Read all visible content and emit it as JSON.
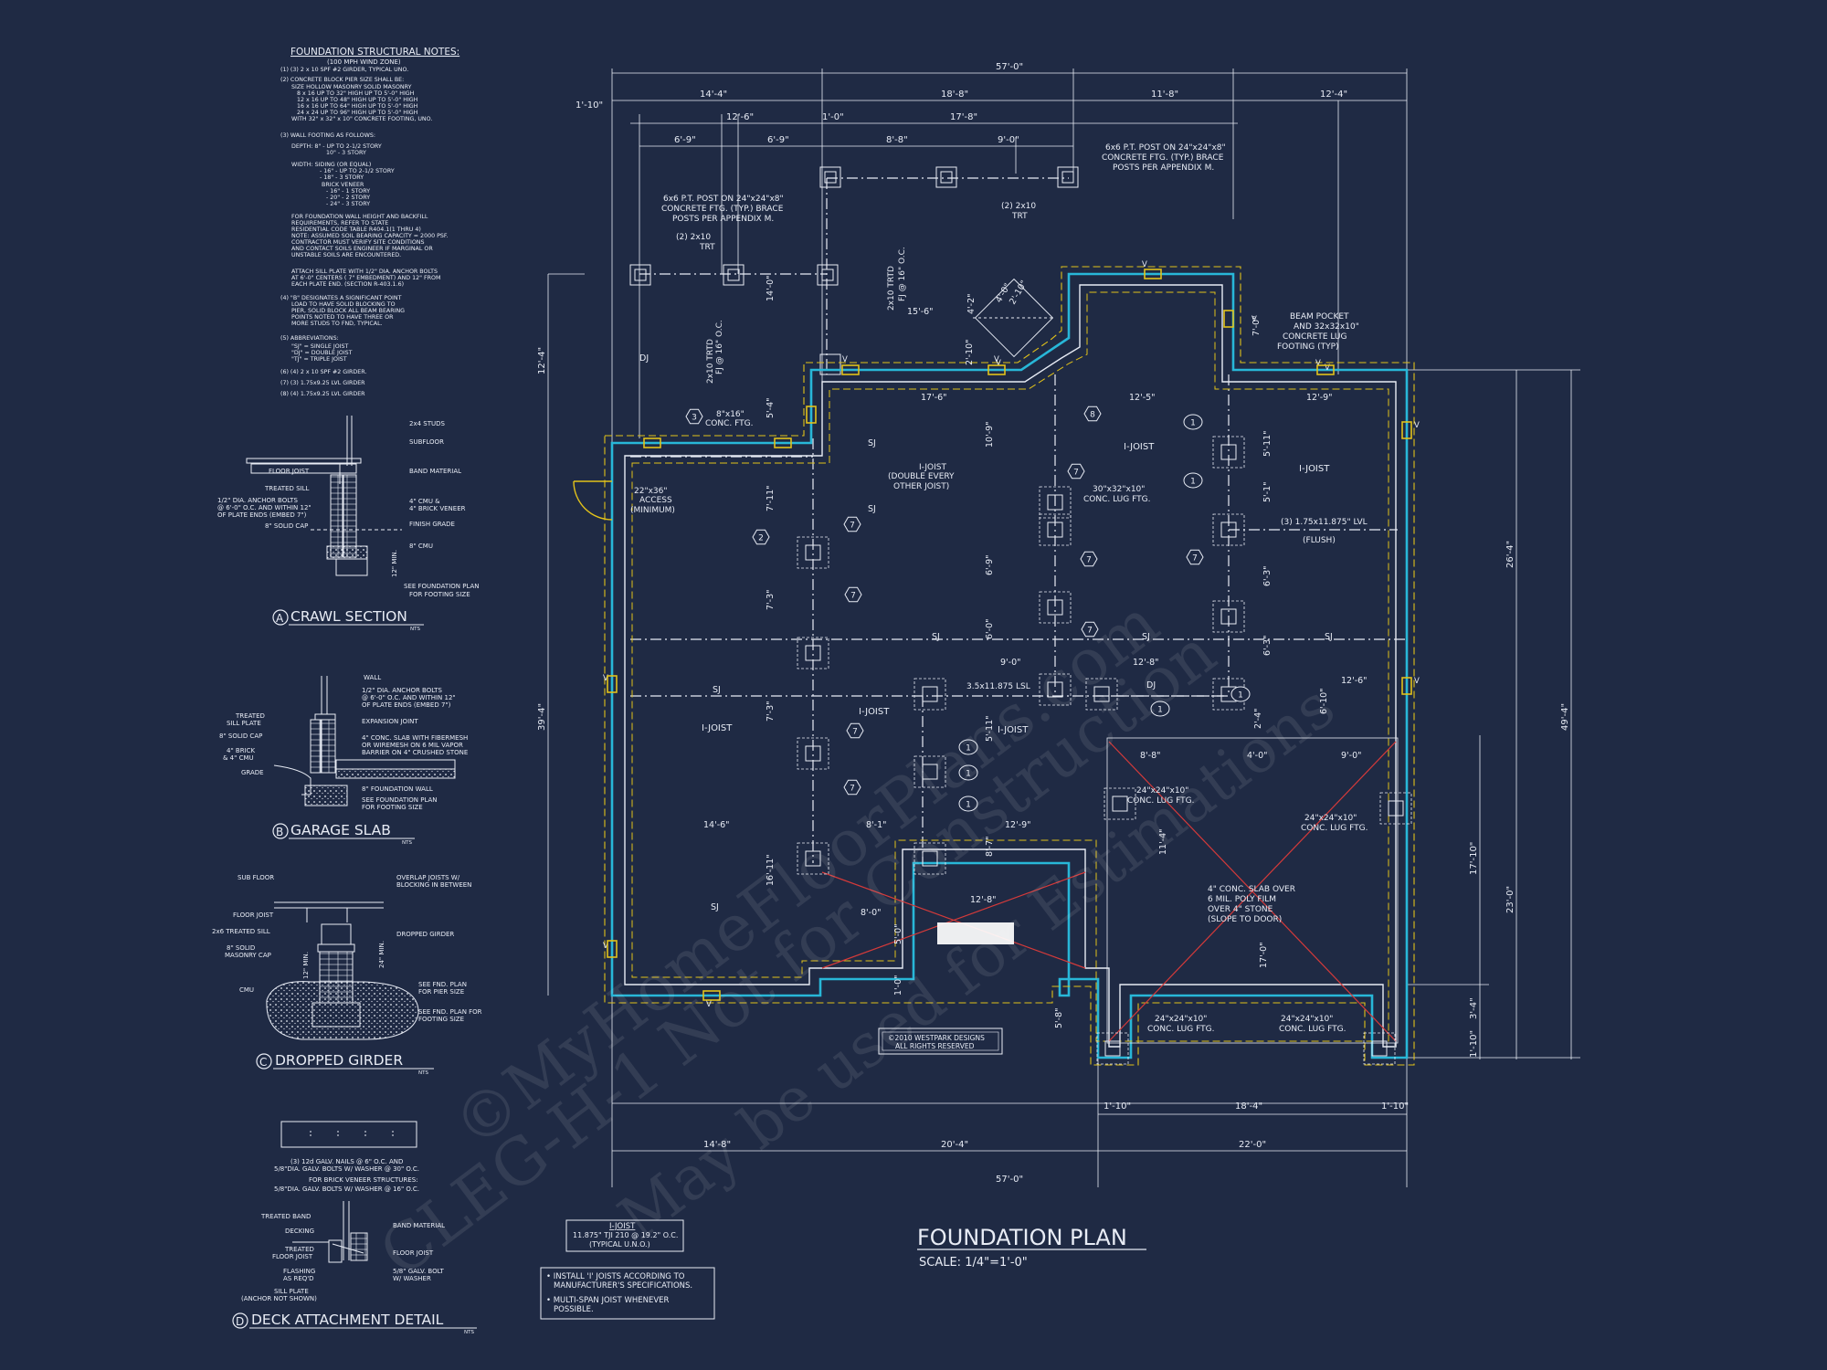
{
  "notes": {
    "title": "FOUNDATION STRUCTURAL NOTES:",
    "subtitle": "(100 MPH WIND ZONE)",
    "lines": [
      "(1) (3) 2 x 10 SPF #2 GIRDER, TYPICAL UNO.",
      "(2) CONCRETE BLOCK PIER SIZE SHALL BE:",
      "SIZE    HOLLOW MASONRY    SOLID MASONRY",
      "8 x 16    UP TO 32\" HIGH    UP TO 5'-0\" HIGH",
      "12 x 16   UP TO 48\" HIGH    UP TO 5'-0\" HIGH",
      "16 x 16   UP TO 64\" HIGH    UP TO 5'-0\" HIGH",
      "24 x 24   UP TO 96\" HIGH    UP TO 5'-0\" HIGH",
      "WITH 32\" x 32\" x 10\" CONCRETE FOOTING, UNO.",
      "(3) WALL FOOTING AS FOLLOWS:",
      "DEPTH: 8\" - UP TO 2-1/2 STORY",
      "10\" - 3 STORY",
      "WIDTH: SIDING (OR EQUAL)",
      "- 16\" - UP TO 2-1/2 STORY",
      "- 18\" - 3 STORY",
      "BRICK VENEER",
      "- 16\" - 1 STORY",
      "- 20\" - 2 STORY",
      "- 24\" - 3 STORY",
      "FOR FOUNDATION WALL HEIGHT AND BACKFILL",
      "REQUIREMENTS, REFER TO STATE",
      "RESIDENTIAL CODE TABLE R404.1(1 THRU 4)",
      "NOTE: ASSUMED SOIL BEARING CAPACITY = 2000 PSF.",
      "CONTRACTOR MUST VERIFY SITE CONDITIONS",
      "AND CONTACT SOILS ENGINEER IF MARGINAL OR",
      "UNSTABLE SOILS ARE ENCOUNTERED.",
      "ATTACH SILL PLATE WITH 1/2\" DIA. ANCHOR BOLTS",
      "AT 6'-0\" CENTERS ( 7\" EMBEDMENT) AND 12\" FROM",
      "EACH PLATE END. (SECTION R-403.1.6)",
      "(4) \"B\" DESIGNATES A SIGNIFICANT POINT",
      "LOAD TO HAVE SOLID BLOCKING TO",
      "PIER, SOLID BLOCK ALL BEAM BEARING",
      "POINTS NOTED TO HAVE THREE OR",
      "MORE STUDS TO FND, TYPICAL.",
      "(5) ABBREVIATIONS:",
      "\"SJ\" = SINGLE JOIST",
      "\"DJ\" = DOUBLE JOIST",
      "\"TJ\" = TRIPLE JOIST",
      "(6) (4) 2 x 10 SPF #2 GIRDER.",
      "(7) (3) 1.75x9.25 LVL GIRDER",
      "(8) (4) 1.75x9.25 LVL GIRDER"
    ]
  },
  "details": {
    "crawl": {
      "letter": "A",
      "title": "CRAWL SECTION",
      "nts": "NTS",
      "labels": [
        "2x4 STUDS",
        "SUBFLOOR",
        "FLOOR JOIST",
        "BAND MATERIAL",
        "TREATED SILL",
        "1/2\" DIA. ANCHOR BOLTS",
        "@ 6'-0\" O.C. AND WITHIN 12\"",
        "OF PLATE ENDS (EMBED 7\")",
        "4\" CMU &",
        "4\" BRICK VENEER",
        "8\" SOLID CAP",
        "FINISH GRADE",
        "8\" CMU",
        "12\" MIN.",
        "SEE FOUNDATION PLAN",
        "FOR FOOTING SIZE"
      ]
    },
    "garage": {
      "letter": "B",
      "title": "GARAGE SLAB",
      "nts": "NTS",
      "labels": [
        "WALL",
        "1/2\" DIA. ANCHOR BOLTS",
        "@ 6'-0\" O.C. AND WITHIN 12\"",
        "OF PLATE ENDS (EMBED 7\")",
        "TREATED",
        "SILL PLATE",
        "EXPANSION JOINT",
        "8\" SOLID CAP",
        "4\" CONC. SLAB WITH FIBERMESH",
        "OR WIREMESH ON 6 MIL VAPOR",
        "BARRIER ON 4\" CRUSHED STONE",
        "4\" BRICK",
        "& 4\" CMU",
        "GRADE",
        "8\" FOUNDATION WALL",
        "SEE FOUNDATION PLAN",
        "FOR FOOTING SIZE"
      ]
    },
    "girder": {
      "letter": "C",
      "title": "DROPPED GIRDER",
      "nts": "NTS",
      "labels": [
        "SUB FLOOR",
        "OVERLAP JOISTS W/",
        "BLOCKING IN BETWEEN",
        "FLOOR JOIST",
        "2x6 TREATED SILL",
        "DROPPED GIRDER",
        "8\" SOLID",
        "MASONRY CAP",
        "CMU",
        "24\" MIN.",
        "12\" MIN.",
        "SEE FND. PLAN",
        "FOR PIER SIZE",
        "SEE FND. PLAN FOR",
        "FOOTING SIZE"
      ]
    },
    "deck": {
      "letter": "D",
      "title": "DECK ATTACHMENT DETAIL",
      "nts": "NTS",
      "labels": [
        "(3) 12d GALV. NAILS @ 6\" O.C. AND",
        "5/8\"DIA. GALV. BOLTS W/ WASHER @ 30\" O.C.",
        "FOR BRICK VENEER STRUCTURES:",
        "5/8\"DIA. GALV. BOLTS W/ WASHER @ 16\" O.C.",
        "TREATED BAND",
        "DECKING",
        "BAND MATERIAL",
        "TREATED",
        "FLOOR JOIST",
        "FLOOR JOIST",
        "FLASHING",
        "AS REQ'D",
        "5/8\" GALV. BOLT",
        "W/ WASHER",
        "SILL PLATE",
        "(ANCHOR NOT SHOWN)"
      ]
    }
  },
  "plan": {
    "title": "FOUNDATION PLAN",
    "scale": "SCALE: 1/4\"=1'-0\"",
    "copyright": [
      "©2010 WESTPARK DESIGNS",
      "ALL RIGHTS RESERVED"
    ],
    "ijoist_title": "I-JOIST",
    "ijoist_spec": [
      "11.875\" TJI 210 @ 19.2\" O.C.",
      "(TYPICAL U.N.O.)"
    ],
    "ijoist_notes": [
      "• INSTALL 'I' JOISTS ACCORDING TO",
      "MANUFACTURER'S SPECIFICATIONS.",
      "• MULTI-SPAN JOIST WHENEVER",
      "POSSIBLE."
    ],
    "dims_top": [
      "57'-0\"",
      "14'-4\"",
      "18'-8\"",
      "11'-8\"",
      "12'-4\"",
      "1'-10\"",
      "12'-6\"",
      "1'-0\"",
      "17'-8\"",
      "6'-9\"",
      "6'-9\"",
      "8'-8\"",
      "9'-0\""
    ],
    "dims_bottom": [
      "1'-10\"",
      "18'-4\"",
      "1'-10\"",
      "14'-8\"",
      "20'-4\"",
      "22'-0\"",
      "57'-0\""
    ],
    "dims_left": [
      "12'-4\"",
      "39'-4\""
    ],
    "dims_right": [
      "26'-4\"",
      "49'-4\"",
      "17'-10\"",
      "23'-0\"",
      "3'-4\"",
      "1'-10\""
    ],
    "dims_inner": [
      "14'-0\"",
      "15'-6\"",
      "4'-2\"",
      "2'-10\"",
      "4'-0\"",
      "2'-10\"",
      "7'-0\"",
      "5'-4\"",
      "17'-6\"",
      "12'-5\"",
      "12'-9\"",
      "10'-9\"",
      "5'-11\"",
      "5'-1\"",
      "7'-11\"",
      "6'-9\"",
      "6'-3\"",
      "6'-3\"",
      "7'-3\"",
      "6'-0\"",
      "9'-0\"",
      "12'-8\"",
      "12'-6\"",
      "6'-10\"",
      "7'-3\"",
      "5'-11\"",
      "2'-4\"",
      "4'-0\"",
      "9'-0\"",
      "8'-8\"",
      "14'-6\"",
      "8'-1\"",
      "12'-9\"",
      "8'-7\"",
      "11'-4\"",
      "16'-11\"",
      "12'-8\"",
      "8'-0\"",
      "5'-0\"",
      "1'-0\"",
      "5'-8\"",
      "17'-0\""
    ],
    "callouts": [
      "6x6 P.T. POST ON 24\"x24\"x8\"",
      "CONCRETE FTG. (TYP.) BRACE",
      "POSTS PER APPENDIX M.",
      "6x6 P.T. POST ON 24\"x24\"x8\"",
      "CONCRETE FTG. (TYP.) BRACE",
      "POSTS PER APPENDIX M.",
      "(2) 2x10",
      "TRT",
      "(2) 2x10",
      "TRT",
      "2x10 TRTD",
      "FJ @ 16\" O.C.",
      "2x10 TRTD",
      "FJ @ 16\" O.C.",
      "BEAM POCKET",
      "AND 32x32x10\"",
      "CONCRETE LUG",
      "FOOTING (TYP)",
      "8\"x16\"",
      "CONC. FTG.",
      "22\"x36\"",
      "ACCESS",
      "(MINIMUM)",
      "I-JOIST",
      "(DOUBLE EVERY",
      "OTHER JOIST)",
      "30\"x32\"x10\"",
      "CONC. LUG FTG.",
      "(3) 1.75x11.875\" LVL",
      "(FLUSH)",
      "3.5x11.875 LSL",
      "24\"x24\"x10\"",
      "CONC. LUG FTG.",
      "24\"x24\"x10\"",
      "CONC. LUG FTG.",
      "24\"x24\"x10\"",
      "CONC. LUG FTG.",
      "24\"x24\"x10\"",
      "CONC. LUG FTG.",
      "4\" CONC. SLAB OVER",
      "6 MIL. POLY FILM",
      "OVER 4\" STONE",
      "(SLOPE TO DOOR)"
    ],
    "joist_labels": [
      "I-JOIST",
      "I-JOIST",
      "I-JOIST",
      "I-JOIST",
      "I-JOIST"
    ],
    "sj": "SJ",
    "dj": "DJ",
    "vent": "V"
  },
  "colors": {
    "background": "#1f2a44",
    "line": "#e8ecf5",
    "foundation_wall": "#28b7d8",
    "footing": "#e2c21a",
    "slab_x": "#d43a3a"
  },
  "watermark": [
    "©MyHomeFloorPlans.com",
    "CLEG-H-1 Not for Construction",
    "May be used for Estimations"
  ]
}
